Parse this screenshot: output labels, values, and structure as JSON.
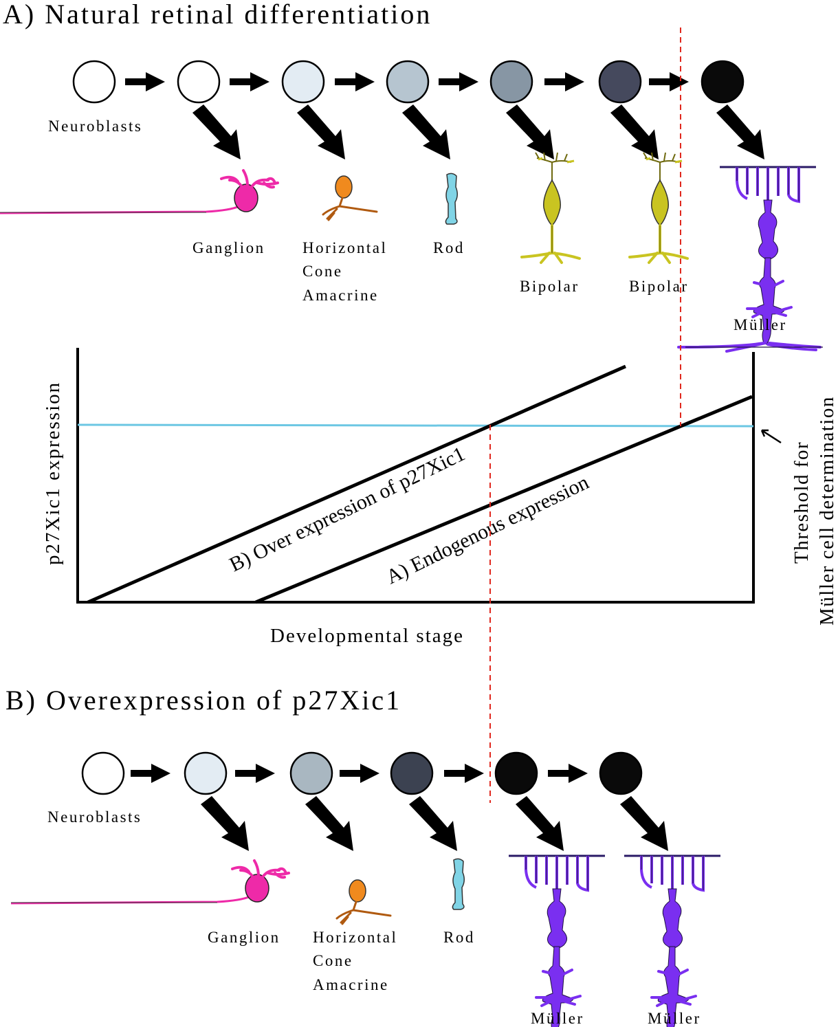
{
  "panel_a": {
    "title": "A) Natural retinal differentiation",
    "progenitor_shades": [
      "#ffffff",
      "#ffffff",
      "#e3ecf3",
      "#b6c5d0",
      "#8796a4",
      "#45495d",
      "#0a0a0a"
    ],
    "labels": {
      "neuroblasts": "Neuroblasts",
      "ganglion": "Ganglion",
      "horizontal": "Horizontal",
      "cone": "Cone",
      "amacrine": "Amacrine",
      "rod": "Rod",
      "bipolar_1": "Bipolar",
      "bipolar_2": "Bipolar",
      "muller": "Müller"
    }
  },
  "graph": {
    "ylabel": "p27Xic1 expression",
    "xlabel": "Developmental stage",
    "line_b_label": "B) Over expression of p27Xic1",
    "line_a_label": "A) Endogenous expression",
    "threshold_line1": "Threshold for",
    "threshold_line2": "Müller cell determination",
    "threshold_color": "#6cc7e3"
  },
  "panel_b": {
    "title": "B) Overexpression of p27Xic1",
    "progenitor_shades": [
      "#ffffff",
      "#e3ecf3",
      "#a9b7c1",
      "#3c4251",
      "#0a0a0a",
      "#0a0a0a"
    ],
    "labels": {
      "neuroblasts": "Neuroblasts",
      "ganglion": "Ganglion",
      "horizontal": "Horizontal",
      "cone": "Cone",
      "amacrine": "Amacrine",
      "rod": "Rod",
      "muller_1": "Müller",
      "muller_2": "Müller"
    }
  },
  "colors": {
    "ganglion": "#ee2aa8",
    "horizontal": "#f08a1e",
    "rod": "#80d4e6",
    "bipolar": "#c9c421",
    "muller": "#7a2ff0",
    "red_dashed": "#e0281e"
  }
}
